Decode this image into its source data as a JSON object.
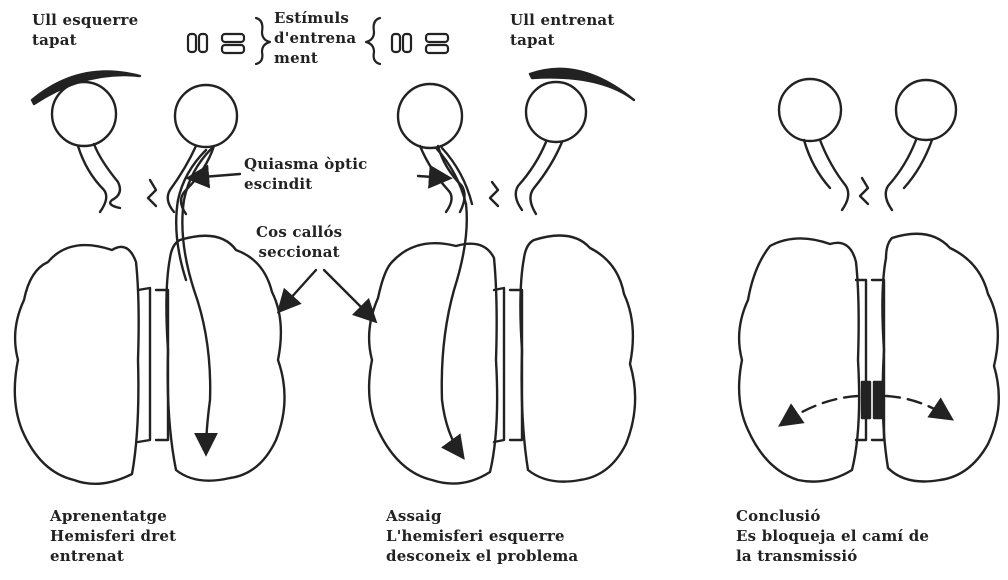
{
  "labels": {
    "left_eye_covered": [
      "Ull esquerre",
      "tapat"
    ],
    "training_stimuli": [
      "Estímuls",
      "d'entrena",
      "ment"
    ],
    "trained_eye_covered": [
      "Ull entrenat",
      "tapat"
    ],
    "optic_chiasm": [
      "Quiasma òptic",
      "escindit"
    ],
    "corpus_callosum": [
      "Cos callós",
      "seccionat"
    ]
  },
  "panels": [
    {
      "id": "learning",
      "lines": [
        "Aprenentatge",
        "Hemisferi dret",
        "entrenat"
      ]
    },
    {
      "id": "test",
      "lines": [
        "Assaig",
        "L'hemisferi esquerre",
        "desconeix el problema"
      ]
    },
    {
      "id": "conclusion",
      "lines": [
        "Conclusió",
        "Es bloqueja el camí de",
        "la transmissió"
      ]
    }
  ]
}
